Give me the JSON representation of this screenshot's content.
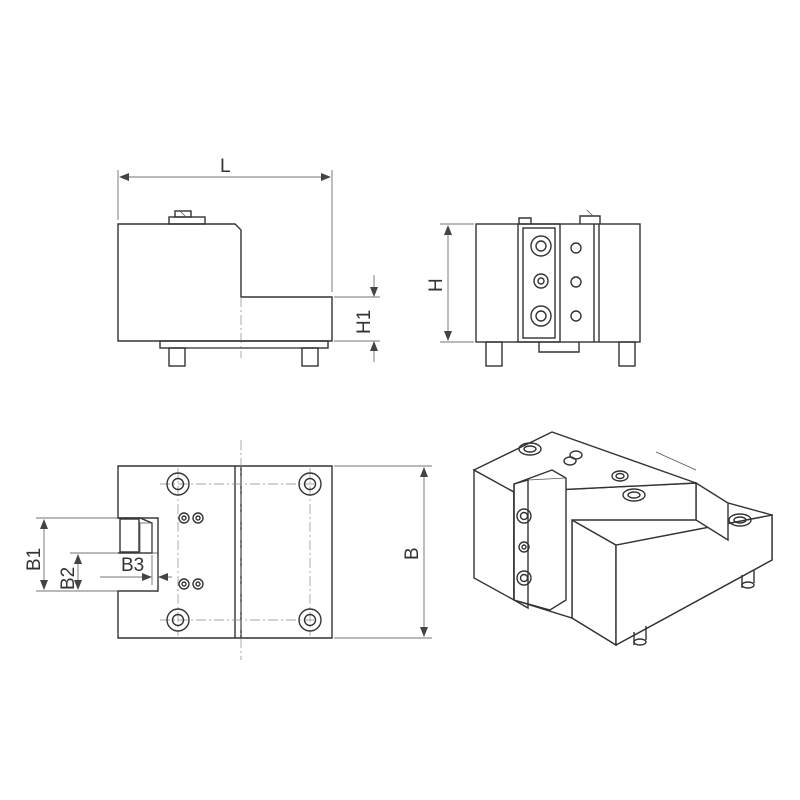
{
  "labels": {
    "L": "L",
    "H": "H",
    "H1": "H1",
    "B": "B",
    "B1": "B1",
    "B2": "B2",
    "B3": "B3"
  }
}
